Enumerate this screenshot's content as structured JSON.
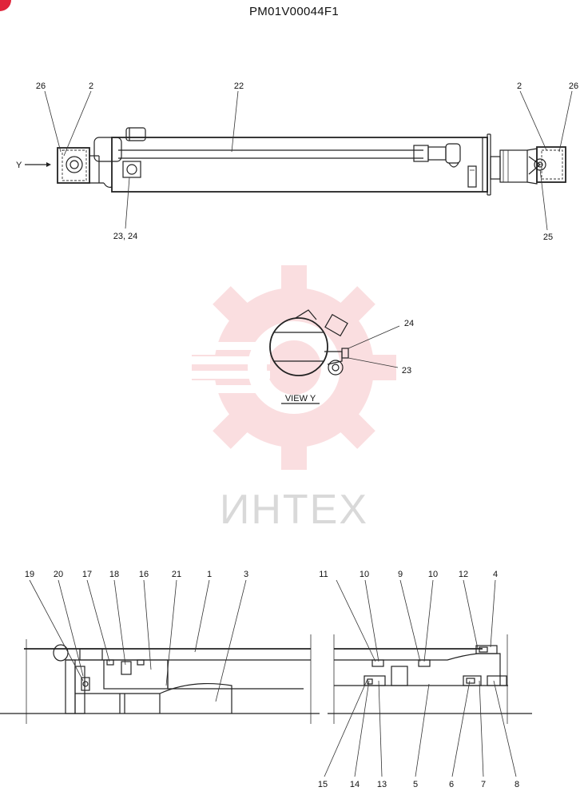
{
  "document": {
    "code": "PM01V00044F1"
  },
  "watermark": {
    "text": "ИНТЕХ",
    "color": "#f29aa0"
  },
  "views": {
    "view_y_caption": "VIEW  Y",
    "direction_marker": "Y"
  },
  "callouts": {
    "top": [
      "26",
      "2",
      "22",
      "2",
      "26",
      "23, 24",
      "25"
    ],
    "view_y": [
      "24",
      "23"
    ],
    "bottom_top_row": [
      "19",
      "20",
      "17",
      "18",
      "16",
      "21",
      "1",
      "3",
      "11",
      "10",
      "9",
      "10",
      "12",
      "4"
    ],
    "bottom_bottom_row": [
      "15",
      "14",
      "13",
      "5",
      "6",
      "7",
      "8"
    ]
  },
  "colors": {
    "badge": "#e0243a",
    "line": "#222222"
  }
}
